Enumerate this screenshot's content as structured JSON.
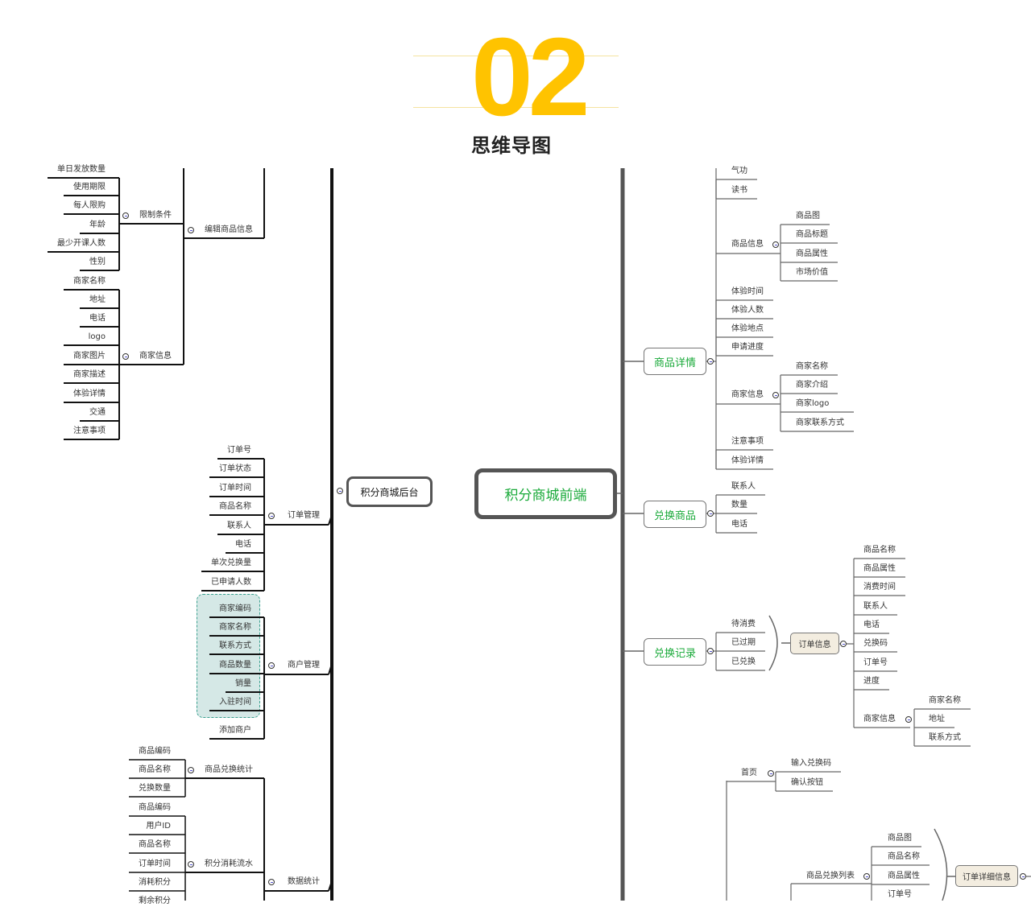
{
  "header": {
    "number": "02",
    "title": "思维导图"
  },
  "colors": {
    "accent_yellow": "#ffc300",
    "node_green": "#1aaa3a",
    "backend_line": "#111111",
    "frontend_line": "#666666",
    "merchant_highlight": "#d5e8e6",
    "order_node_fill": "#f3ede0"
  },
  "backend": {
    "root": "积分商城后台",
    "edit_goods": {
      "label": "编辑商品信息",
      "limits": {
        "label": "限制条件",
        "items": [
          "单日发放数量",
          "使用期限",
          "每人限购",
          "年龄",
          "最少开课人数",
          "性别"
        ]
      },
      "merchant": {
        "label": "商家信息",
        "items": [
          "商家名称",
          "地址",
          "电话",
          "logo",
          "商家图片",
          "商家描述",
          "体验详情",
          "交通",
          "注意事项"
        ]
      }
    },
    "orders": {
      "label": "订单管理",
      "items": [
        "订单号",
        "订单状态",
        "订单时间",
        "商品名称",
        "联系人",
        "电话",
        "单次兑换量",
        "已申请人数"
      ]
    },
    "merchants": {
      "label": "商户管理",
      "items": [
        "商家编码",
        "商家名称",
        "联系方式",
        "商品数量",
        "销量",
        "入驻时间",
        "添加商户"
      ]
    },
    "stats": {
      "label": "数据统计",
      "exchange": {
        "label": "商品兑换统计",
        "items": [
          "商品编码",
          "商品名称",
          "兑换数量"
        ]
      },
      "flow": {
        "label": "积分消耗流水",
        "items": [
          "商品编码",
          "用户ID",
          "商品名称",
          "订单时间",
          "消耗积分",
          "剩余积分"
        ]
      }
    }
  },
  "frontend": {
    "root": "积分商城前端",
    "detail": {
      "label": "商品详情",
      "top_items": [
        "气功",
        "读书"
      ],
      "goods_info": {
        "label": "商品信息",
        "items": [
          "商品图",
          "商品标题",
          "商品属性",
          "市场价值"
        ]
      },
      "exp_items": [
        "体验时间",
        "体验人数",
        "体验地点",
        "申请进度"
      ],
      "merchant_info": {
        "label": "商家信息",
        "items": [
          "商家名称",
          "商家介绍",
          "商家logo",
          "商家联系方式"
        ]
      },
      "bottom_items": [
        "注意事项",
        "体验详情"
      ]
    },
    "exchange": {
      "label": "兑换商品",
      "items": [
        "联系人",
        "数量",
        "电话"
      ]
    },
    "records": {
      "label": "兑换记录",
      "items": [
        "待消费",
        "已过期",
        "已兑换"
      ],
      "order_info": {
        "label": "订单信息",
        "items": [
          "商品名称",
          "商品属性",
          "消费时间",
          "联系人",
          "电话",
          "兑换码",
          "订单号",
          "进度"
        ],
        "merchant": {
          "label": "商家信息",
          "items": [
            "商家名称",
            "地址",
            "联系方式"
          ]
        }
      }
    },
    "home": {
      "label": "首页",
      "items": [
        "输入兑换码",
        "确认按钮"
      ]
    },
    "list": {
      "label": "商品兑换列表",
      "items": [
        "商品图",
        "商品名称",
        "商品属性",
        "订单号"
      ],
      "detail": "订单详细信息"
    }
  }
}
